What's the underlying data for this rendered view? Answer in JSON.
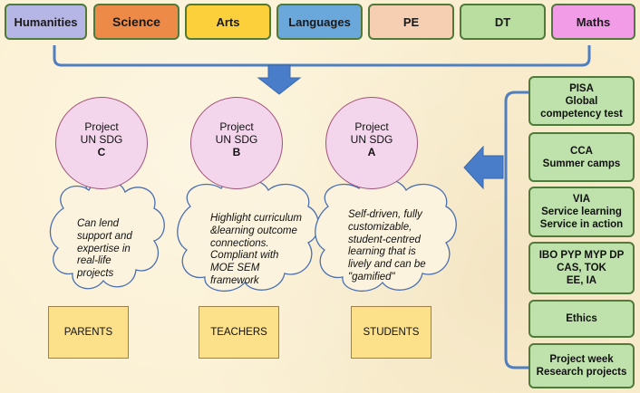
{
  "subjects": [
    {
      "label": "Humanities",
      "color": "#b6b6e6"
    },
    {
      "label": "Science",
      "color": "#ee8a48"
    },
    {
      "label": "Arts",
      "color": "#fbd03a"
    },
    {
      "label": "Languages",
      "color": "#6aa8dc"
    },
    {
      "label": "PE",
      "color": "#f6cfb3"
    },
    {
      "label": "DT",
      "color": "#b9de9f"
    },
    {
      "label": "Maths",
      "color": "#f29ce8"
    }
  ],
  "side_programmes": [
    {
      "lines": [
        "PISA",
        "Global",
        "competency test"
      ]
    },
    {
      "lines": [
        "CCA",
        "Summer camps"
      ]
    },
    {
      "lines": [
        "VIA",
        "Service learning",
        "Service in action"
      ]
    },
    {
      "lines": [
        "IBO PYP MYP DP",
        "CAS, TOK",
        "EE, IA"
      ]
    },
    {
      "lines": [
        "Ethics"
      ]
    },
    {
      "lines": [
        "Project week",
        "Research projects"
      ]
    }
  ],
  "projects": [
    {
      "line1": "Project",
      "line2": "UN SDG",
      "letter": "C"
    },
    {
      "line1": "Project",
      "line2": "UN SDG",
      "letter": "B"
    },
    {
      "line1": "Project",
      "line2": "UN SDG",
      "letter": "A"
    }
  ],
  "clouds": [
    {
      "lines": [
        "Can lend",
        "support and",
        "expertise in",
        "real-life",
        "projects"
      ]
    },
    {
      "lines": [
        "Highlight curriculum",
        "&learning outcome",
        "connections.",
        "Compliant with",
        "MOE SEM",
        "framework"
      ]
    },
    {
      "lines": [
        "Self-driven, fully",
        "customizable,",
        "student-centred",
        "learning that is",
        "lively and can be",
        "\"gamified\""
      ]
    }
  ],
  "stakeholders": [
    "PARENTS",
    "TEACHERS",
    "STUDENTS"
  ],
  "colors": {
    "box_border": "#4f7a3a",
    "bracket": "#4f7fc0",
    "arrow": "#4a7dc9",
    "side_fill": "#bfe2ad",
    "project_fill": "#f4d6ec",
    "stakeholder_fill": "#fce08a"
  }
}
